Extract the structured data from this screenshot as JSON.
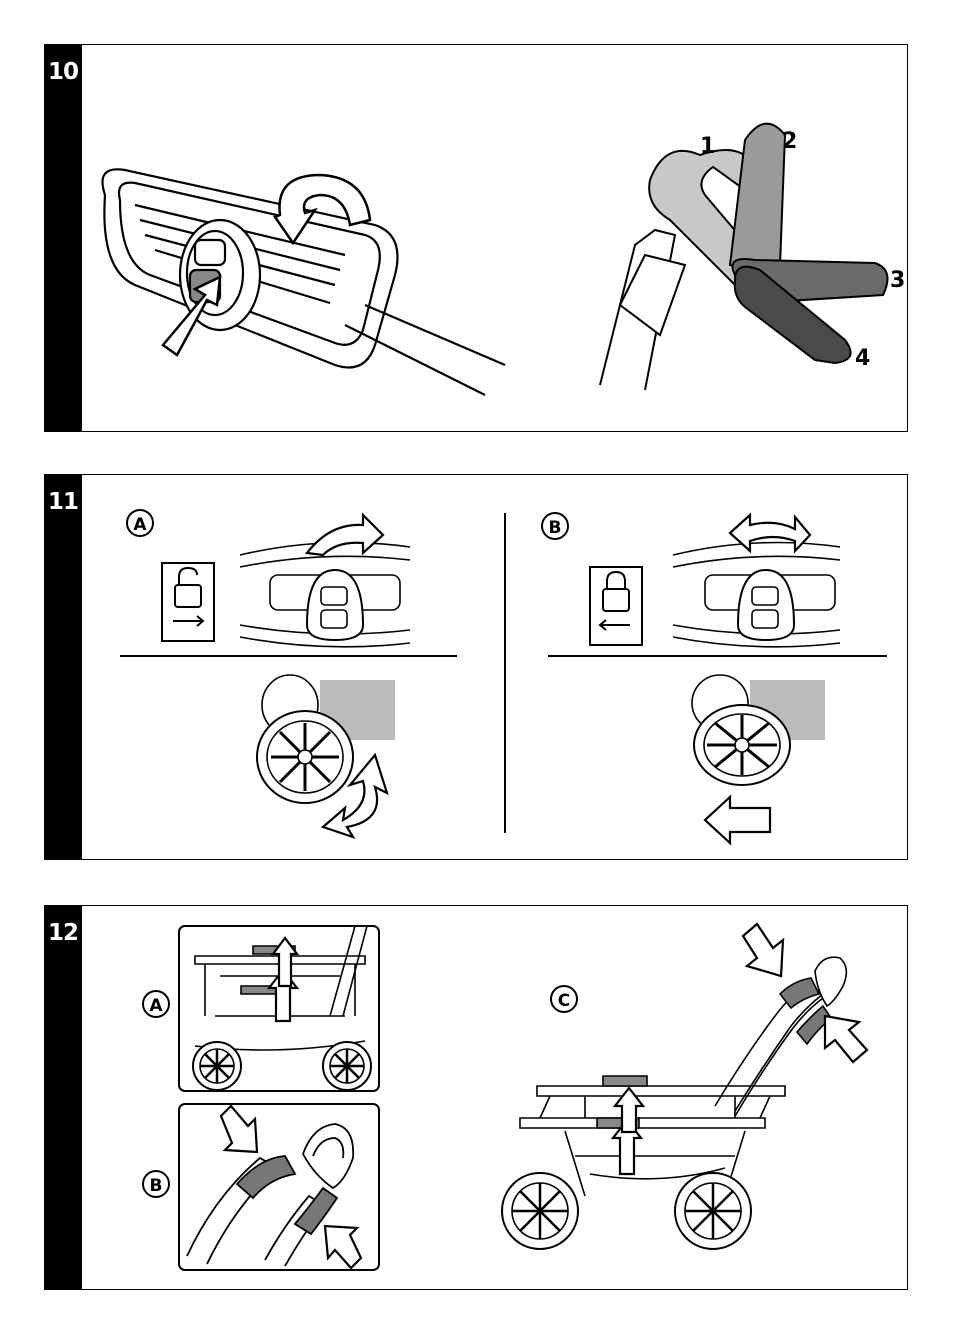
{
  "steps": [
    {
      "number": "10",
      "positions": [
        "1",
        "2",
        "3",
        "4"
      ]
    },
    {
      "number": "11",
      "sub_a": "A",
      "sub_b": "B"
    },
    {
      "number": "12",
      "sub_a": "A",
      "sub_b": "B",
      "sub_c": "C"
    }
  ],
  "colors": {
    "line": "#000000",
    "gray_light": "#c8c8c8",
    "gray_mid": "#9a9a9a",
    "gray_dark": "#6a6a6a",
    "gray_darker": "#4a4a4a"
  }
}
